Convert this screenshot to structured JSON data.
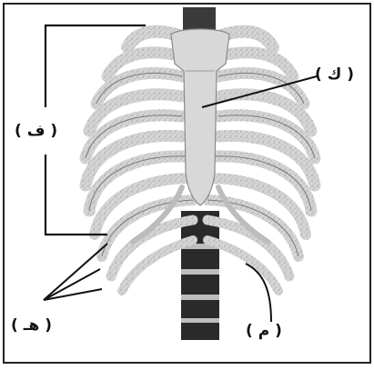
{
  "labels": {
    "f": "( ف )",
    "k": "( ك )",
    "h": "( هـ )",
    "m": "( م )"
  },
  "colors": {
    "bone": "#cfcfcf",
    "bone_edge": "#7a7a7a",
    "spine": "#2e2e2e",
    "line": "#111111",
    "frame": "#222222"
  }
}
